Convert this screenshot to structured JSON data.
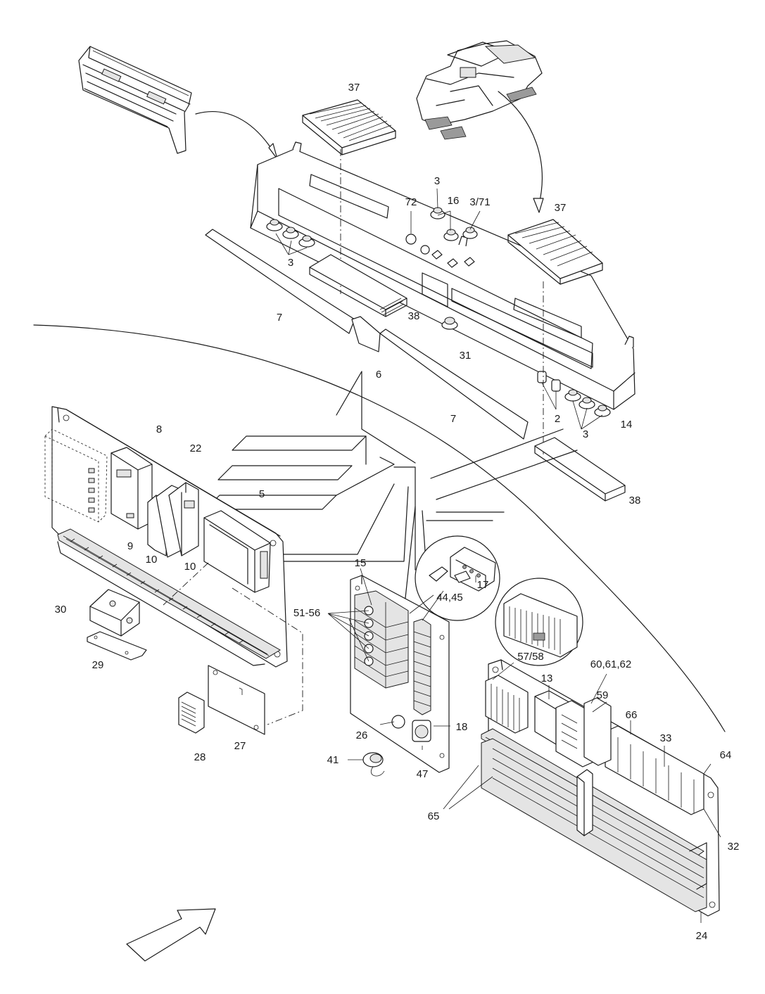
{
  "callouts": [
    {
      "id": "c37a",
      "text": "37"
    },
    {
      "id": "c3a",
      "text": "3"
    },
    {
      "id": "c16",
      "text": "16"
    },
    {
      "id": "c371",
      "text": "3/71"
    },
    {
      "id": "c72",
      "text": "72"
    },
    {
      "id": "c37b",
      "text": "37"
    },
    {
      "id": "c3b",
      "text": "3"
    },
    {
      "id": "c7a",
      "text": "7"
    },
    {
      "id": "c38a",
      "text": "38"
    },
    {
      "id": "c31",
      "text": "31"
    },
    {
      "id": "c6",
      "text": "6"
    },
    {
      "id": "c7b",
      "text": "7"
    },
    {
      "id": "c2",
      "text": "2"
    },
    {
      "id": "c3c",
      "text": "3"
    },
    {
      "id": "c14",
      "text": "14"
    },
    {
      "id": "c38b",
      "text": "38"
    },
    {
      "id": "c8",
      "text": "8"
    },
    {
      "id": "c22",
      "text": "22"
    },
    {
      "id": "c5",
      "text": "5"
    },
    {
      "id": "c9",
      "text": "9"
    },
    {
      "id": "c10a",
      "text": "10"
    },
    {
      "id": "c10b",
      "text": "10"
    },
    {
      "id": "c15",
      "text": "15"
    },
    {
      "id": "c17",
      "text": "17"
    },
    {
      "id": "c4445",
      "text": "44,45"
    },
    {
      "id": "c5156",
      "text": "51-56"
    },
    {
      "id": "c30",
      "text": "30"
    },
    {
      "id": "c29",
      "text": "29"
    },
    {
      "id": "c5758",
      "text": "57/58"
    },
    {
      "id": "c606162",
      "text": "60,61,62"
    },
    {
      "id": "c13",
      "text": "13"
    },
    {
      "id": "c59",
      "text": "59"
    },
    {
      "id": "c66",
      "text": "66"
    },
    {
      "id": "c33",
      "text": "33"
    },
    {
      "id": "c64",
      "text": "64"
    },
    {
      "id": "c26",
      "text": "26"
    },
    {
      "id": "c18",
      "text": "18"
    },
    {
      "id": "c41",
      "text": "41"
    },
    {
      "id": "c47",
      "text": "47"
    },
    {
      "id": "c27",
      "text": "27"
    },
    {
      "id": "c28",
      "text": "28"
    },
    {
      "id": "c65",
      "text": "65"
    },
    {
      "id": "c32",
      "text": "32"
    },
    {
      "id": "c24",
      "text": "24"
    }
  ]
}
